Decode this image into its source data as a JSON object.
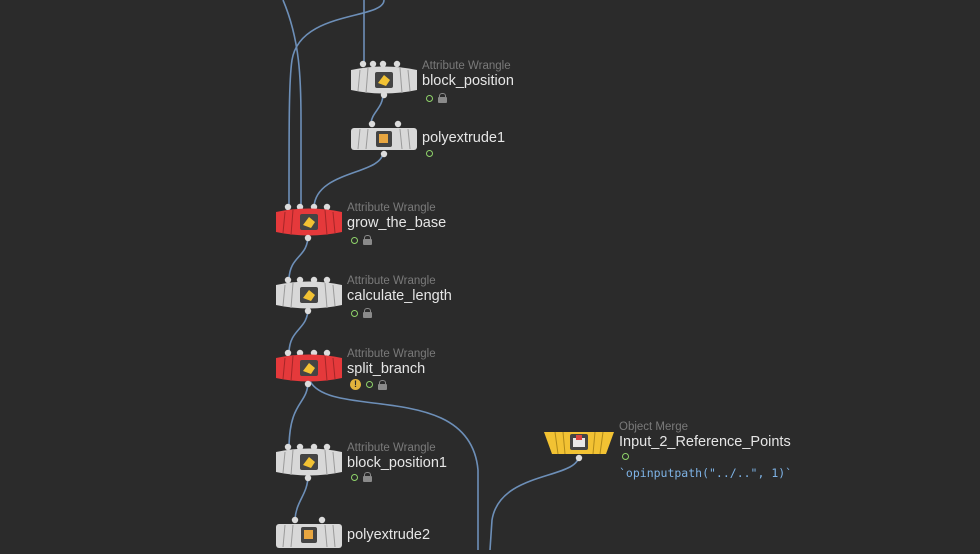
{
  "colors": {
    "background": "#2b2b2b",
    "wire": "#6d8fb8",
    "node_default": "#d8d8d8",
    "node_bypass": "#e5393b",
    "node_object_merge": "#f2c233",
    "flag_green": "#8fd36a"
  },
  "nodes": [
    {
      "id": "block_position",
      "type": "Attribute Wrangle",
      "name": "block_position",
      "icon": "wrangle-icon",
      "color": "default",
      "flags": [
        "display",
        "lock"
      ]
    },
    {
      "id": "polyextrude1",
      "type": "",
      "name": "polyextrude1",
      "icon": "polyextrude-icon",
      "color": "default",
      "flags": [
        "display"
      ]
    },
    {
      "id": "grow_the_base",
      "type": "Attribute Wrangle",
      "name": "grow_the_base",
      "icon": "wrangle-icon",
      "color": "bypass",
      "flags": [
        "display",
        "lock"
      ]
    },
    {
      "id": "calculate_length",
      "type": "Attribute Wrangle",
      "name": "calculate_length",
      "icon": "wrangle-icon",
      "color": "default",
      "flags": [
        "display",
        "lock"
      ]
    },
    {
      "id": "split_branch",
      "type": "Attribute Wrangle",
      "name": "split_branch",
      "icon": "wrangle-icon",
      "color": "bypass",
      "flags": [
        "warning",
        "display",
        "lock"
      ]
    },
    {
      "id": "block_position1",
      "type": "Attribute Wrangle",
      "name": "block_position1",
      "icon": "wrangle-icon",
      "color": "default",
      "flags": [
        "display",
        "lock"
      ]
    },
    {
      "id": "polyextrude2",
      "type": "",
      "name": "polyextrude2",
      "icon": "polyextrude-icon",
      "color": "default",
      "flags": []
    },
    {
      "id": "object_merge",
      "type": "Object Merge",
      "name": "Input_2_Reference_Points",
      "icon": "object-merge-icon",
      "color": "object_merge",
      "flags": [
        "display"
      ],
      "expression": "`opinputpath(\"../..\", 1)`"
    }
  ]
}
